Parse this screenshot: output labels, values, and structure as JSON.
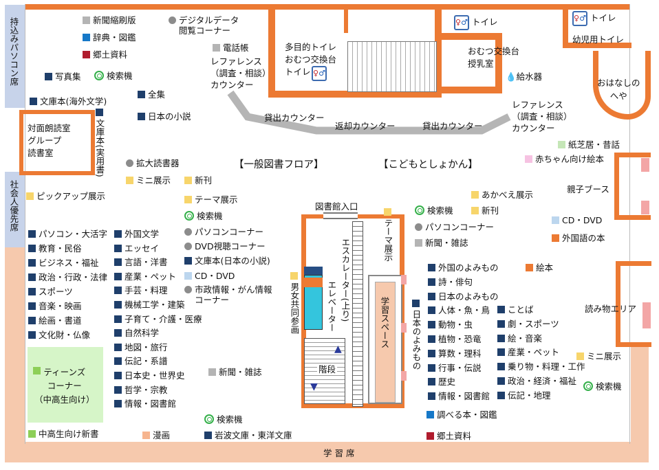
{
  "side_labels": {
    "pc_seats": "持込みパソコン席",
    "priority_seats": "社会人優先席",
    "study_seats": "学 習 席"
  },
  "floor_titles": {
    "general": "【一般図書フロア】",
    "children": "【こどもとしょかん】"
  },
  "counters": {
    "lending_left": "貸出カウンター",
    "return": "返却カウンター",
    "lending_right": "貸出カウンター",
    "reference_left": "レファレンス\n（調査・相談）\nカウンター",
    "reference_right": "レファレンス\n（調査・相談）\nカウンター"
  },
  "rooms": {
    "multipurpose_toilet": "多目的トイレ\nおむつ交換台\nトイレ",
    "diaper_nursing": "おむつ交換台\n授乳室",
    "toilet": "トイレ",
    "toilet_kids_label": "トイレ",
    "kids_toilet": "幼児用トイレ",
    "water_cooler": "給水器",
    "story_room": "おはなしの\nへや",
    "reading_room": "対面朗読室\nグループ\n読書室",
    "library_entrance": "図書館入口",
    "escalator": "エスカレーター(上り)",
    "elevator": "エレベーター",
    "stairs": "階段",
    "study_space": "学習スペース",
    "parent_booth": "親子ブース",
    "reading_area": "読み物エリア",
    "teens_corner": "ティーンズ\nコーナー\n（中高生向け）"
  },
  "labels": {
    "newspaper_reduced": "新聞縮刷版",
    "dictionary": "辞典・図鑑",
    "local_material": "郷土資料",
    "digital_data": "デジタルデータ\n閲覧コーナー",
    "phonebook": "電話帳",
    "photo_books": "写真集",
    "search_1": "検索機",
    "bunko_overseas": "文庫本(海外文学)",
    "complete_works": "全集",
    "japanese_novels": "日本の小説",
    "bunko_practical": "文庫本(実用書)",
    "large_print": "拡大読書器",
    "mini_display_1": "ミニ展示",
    "new_1": "新刊",
    "pickup_display": "ピックアップ展示",
    "theme_display_1": "テーマ展示",
    "search_2": "検索機",
    "pc_corner_1": "パソコンコーナー",
    "dvd_corner": "DVD視聴コーナー",
    "bunko_jp_novels": "文庫本(日本の小説)",
    "cd_dvd_1": "CD・DVD",
    "civic_info": "市政情報・がん情報\nコーナー",
    "gender_equality": "男女共同参画",
    "newspapers_1": "新聞・雑誌",
    "manga": "漫画",
    "iwanami": "岩波文庫・東洋文庫",
    "search_3": "検索機",
    "teens_new": "中高生向け新書",
    "akabe_display": "あかべえ展示",
    "search_4": "検索機",
    "new_2": "新刊",
    "theme_display_2": "テーマ展示",
    "pc_corner_2": "パソコンコーナー",
    "newspapers_2": "新聞・雑誌",
    "kamishibai": "紙芝居・昔話",
    "baby_picture_books": "赤ちゃん向け絵本",
    "cd_dvd_2": "CD・DVD",
    "foreign_books": "外国語の本",
    "picture_books": "絵本",
    "japanese_yomimono": "日本のよみもの",
    "mini_display_2": "ミニ展示",
    "search_5": "検索機",
    "research_books": "調べる本・図鑑",
    "local_material_2": "郷土資料"
  },
  "shelf_col1": [
    "パソコン・大活字",
    "教育・民俗",
    "ビジネス・福祉",
    "政治・行政・法律",
    "スポーツ",
    "音楽・映画",
    "絵画・書道",
    "文化財・仏像"
  ],
  "shelf_col2": [
    "外国文学",
    "エッセイ",
    "言語・洋書",
    "産業・ペット",
    "手芸・料理",
    "機械工学・建築",
    "子育て・介護・医療",
    "自然科学",
    "地図・旅行",
    "伝記・系譜",
    "日本史・世界史",
    "哲学・宗教",
    "情報・図書館"
  ],
  "shelf_kids1": [
    "外国のよみもの",
    "詩・俳句",
    "日本のよみもの",
    "人体・魚・鳥",
    "動物・虫",
    "植物・恐竜",
    "算数・理科",
    "行事・伝説",
    "歴史",
    "情報・図書館"
  ],
  "shelf_kids2": [
    "ことば",
    "劇・スポーツ",
    "絵・音楽",
    "産業・ペット",
    "乗り物・料理・工作",
    "政治・経済・福祉",
    "伝記・地理"
  ]
}
